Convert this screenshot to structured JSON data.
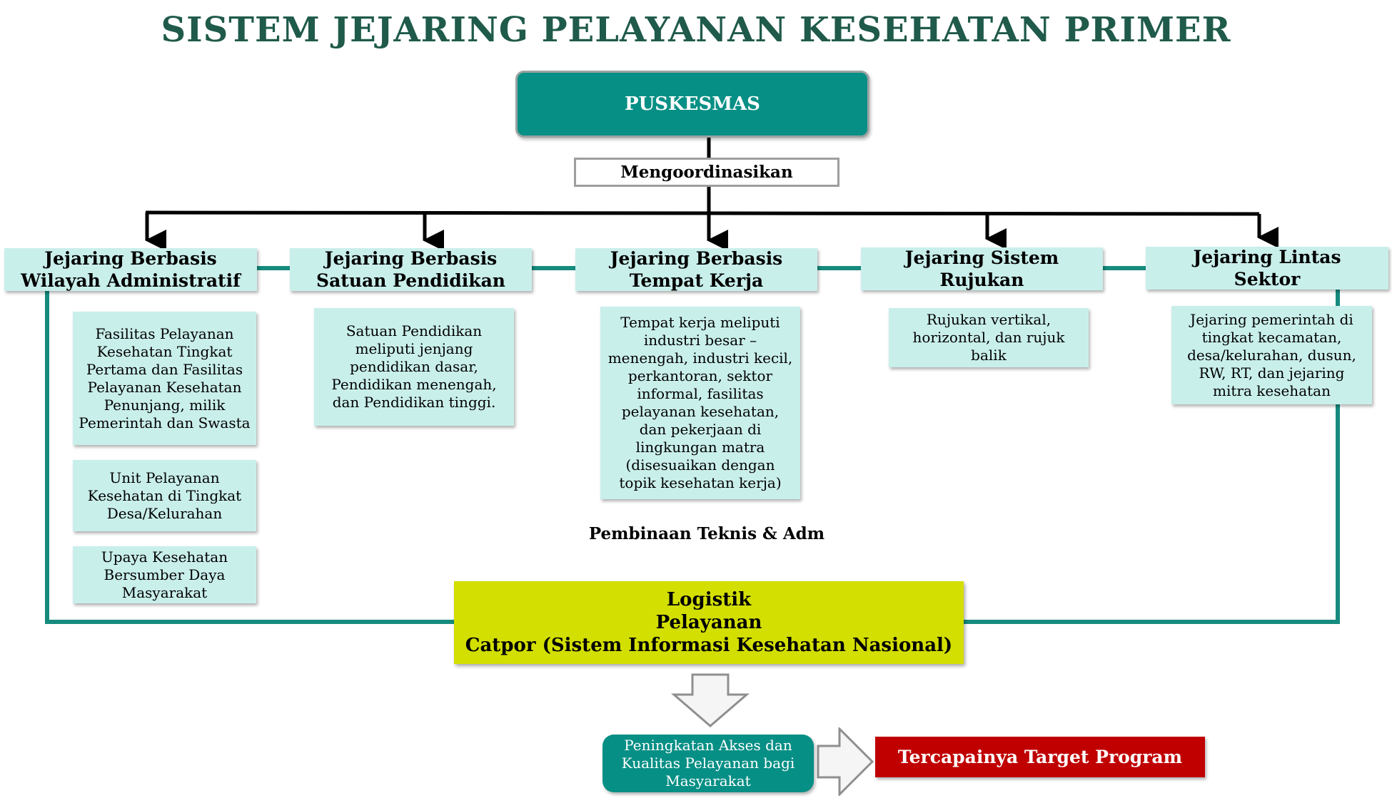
{
  "title": "SISTEM JEJARING PELAYANAN KESEHATAN PRIMER",
  "top_node": "PUSKESMAS",
  "coordinator_label": "Mengoordinasikan",
  "categories": [
    {
      "label_1": "Jejaring Berbasis",
      "label_2": "Wilayah Administratif"
    },
    {
      "label_1": "Jejaring Berbasis",
      "label_2": "Satuan Pendidikan"
    },
    {
      "label_1": "Jejaring Berbasis",
      "label_2": "Tempat Kerja"
    },
    {
      "label_1": "Jejaring Sistem",
      "label_2": "Rujukan"
    },
    {
      "label_1": "Jejaring Lintas",
      "label_2": "Sektor"
    }
  ],
  "details": {
    "wilayah": [
      "Fasilitas Pelayanan Kesehatan Tingkat Pertama dan Fasilitas Pelayanan Kesehatan Penunjang, milik Pemerintah dan Swasta",
      "Unit Pelayanan Kesehatan di Tingkat Desa/Kelurahan",
      "Upaya Kesehatan Bersumber Daya Masyarakat"
    ],
    "pendidikan": "Satuan Pendidikan meliputi jenjang pendidikan dasar, Pendidikan menengah, dan Pendidikan tinggi.",
    "tempat_kerja": "Tempat kerja meliputi industri besar – menengah, industri kecil, perkantoran, sektor informal, fasilitas pelayanan kesehatan, dan pekerjaan di lingkungan matra (disesuaikan dengan topik kesehatan kerja)",
    "rujukan": "Rujukan vertikal, horizontal, dan rujuk balik",
    "lintas_sektor": "Jejaring pemerintah di tingkat kecamatan, desa/kelurahan, dusun, RW, RT, dan jejaring mitra kesehatan"
  },
  "pembinaan_label": "Pembinaan Teknis & Adm",
  "support_lines": [
    "Logistik",
    "Pelayanan",
    "Catpor (Sistem Informasi Kesehatan Nasional)"
  ],
  "outcome_label": "Peningkatan Akses dan Kualitas Pelayanan bagi Masyarakat",
  "target_label": "Tercapainya Target Program",
  "colors": {
    "title": "#1f5a4a",
    "teal": "#068f85",
    "light_teal": "#c9efeb",
    "lime": "#d3df00",
    "red": "#c00000"
  }
}
